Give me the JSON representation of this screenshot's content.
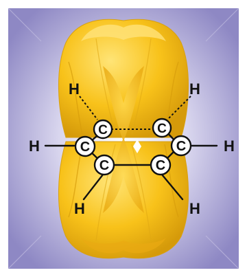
{
  "diagram": {
    "atoms": {
      "c1": "C",
      "c2": "C",
      "c3": "C",
      "c4": "C",
      "c5": "C",
      "c6": "C",
      "h1": "H",
      "h2": "H",
      "h3": "H",
      "h4": "H",
      "h5": "H",
      "h6": "H"
    },
    "colors": {
      "orbital": "#f8c21a",
      "orbital_highlight": "#ffe070",
      "orbital_shadow": "#d39a0c",
      "background": "#8e88c4",
      "background_light": "#f2f1fb",
      "bond": "#111111",
      "carbon_fill": "#ffffff"
    }
  }
}
